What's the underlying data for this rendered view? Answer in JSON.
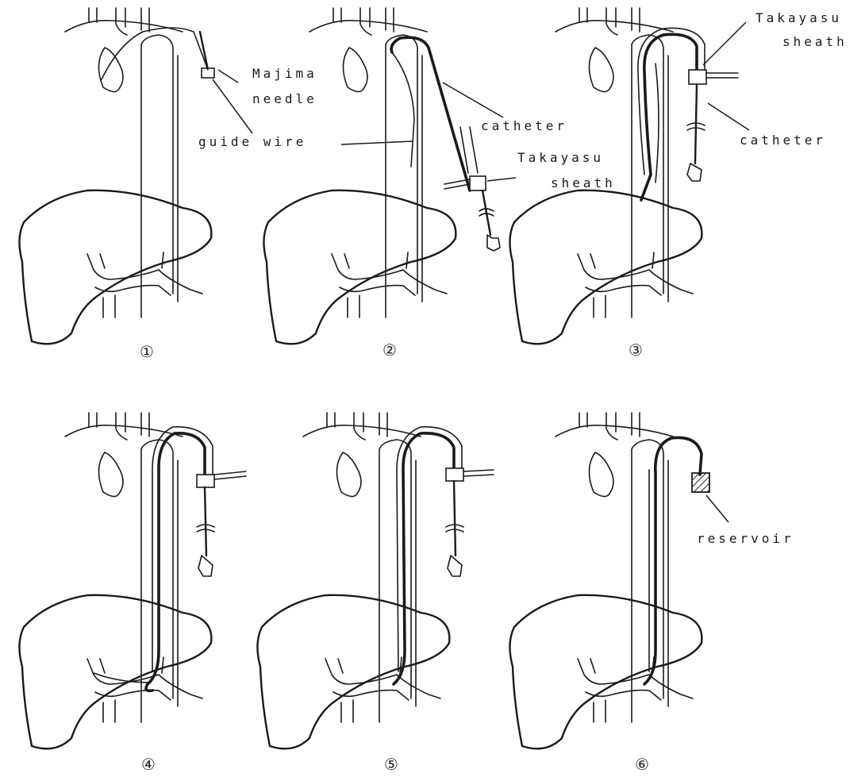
{
  "panels": [
    {
      "number": "①",
      "labels": [
        "Majima",
        "needle",
        "guide wire"
      ]
    },
    {
      "number": "②",
      "labels": [
        "catheter",
        "Takayasu",
        "sheath"
      ]
    },
    {
      "number": "③",
      "labels": [
        "Takayasu",
        "sheath",
        "catheter"
      ]
    },
    {
      "number": "④",
      "labels": []
    },
    {
      "number": "⑤",
      "labels": []
    },
    {
      "number": "⑥",
      "labels": [
        "reservoir"
      ]
    }
  ],
  "colors": {
    "ink": "#1a1a1a",
    "background": "#ffffff",
    "reservoir_hatch": "#333333"
  }
}
